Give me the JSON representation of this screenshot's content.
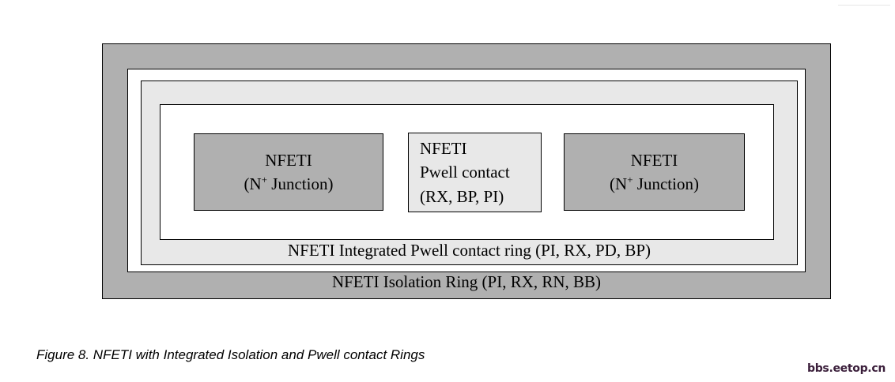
{
  "figure": {
    "caption": "Figure 8. NFETI with Integrated Isolation and Pwell contact Rings",
    "watermark": "bbs.eetop.cn",
    "colors": {
      "isolation_ring_fill": "#b0b0b0",
      "pwell_ring_fill": "#e8e8e8",
      "active_area_fill": "#ffffff",
      "junction_fill": "#b0b0b0",
      "pwell_contact_fill": "#e8e8e8",
      "outline": "#000000",
      "watermark_color": "#3b1f3b"
    }
  },
  "diagram": {
    "isolation_ring": {
      "label": "NFETI Isolation Ring (PI, RX, RN, BB)"
    },
    "pwell_ring": {
      "label": "NFETI Integrated Pwell contact ring (PI, RX, PD, BP)"
    },
    "blocks": [
      {
        "name": "junction-left",
        "line1": "NFETI",
        "line2_prefix": "(N",
        "line2_sup": "+",
        "line2_suffix": " Junction)"
      },
      {
        "name": "pwell-contact",
        "line1": "NFETI",
        "line2": "Pwell contact",
        "line3": "(RX, BP, PI)"
      },
      {
        "name": "junction-right",
        "line1": "NFETI",
        "line2_prefix": "(N",
        "line2_sup": "+",
        "line2_suffix": " Junction)"
      }
    ]
  }
}
